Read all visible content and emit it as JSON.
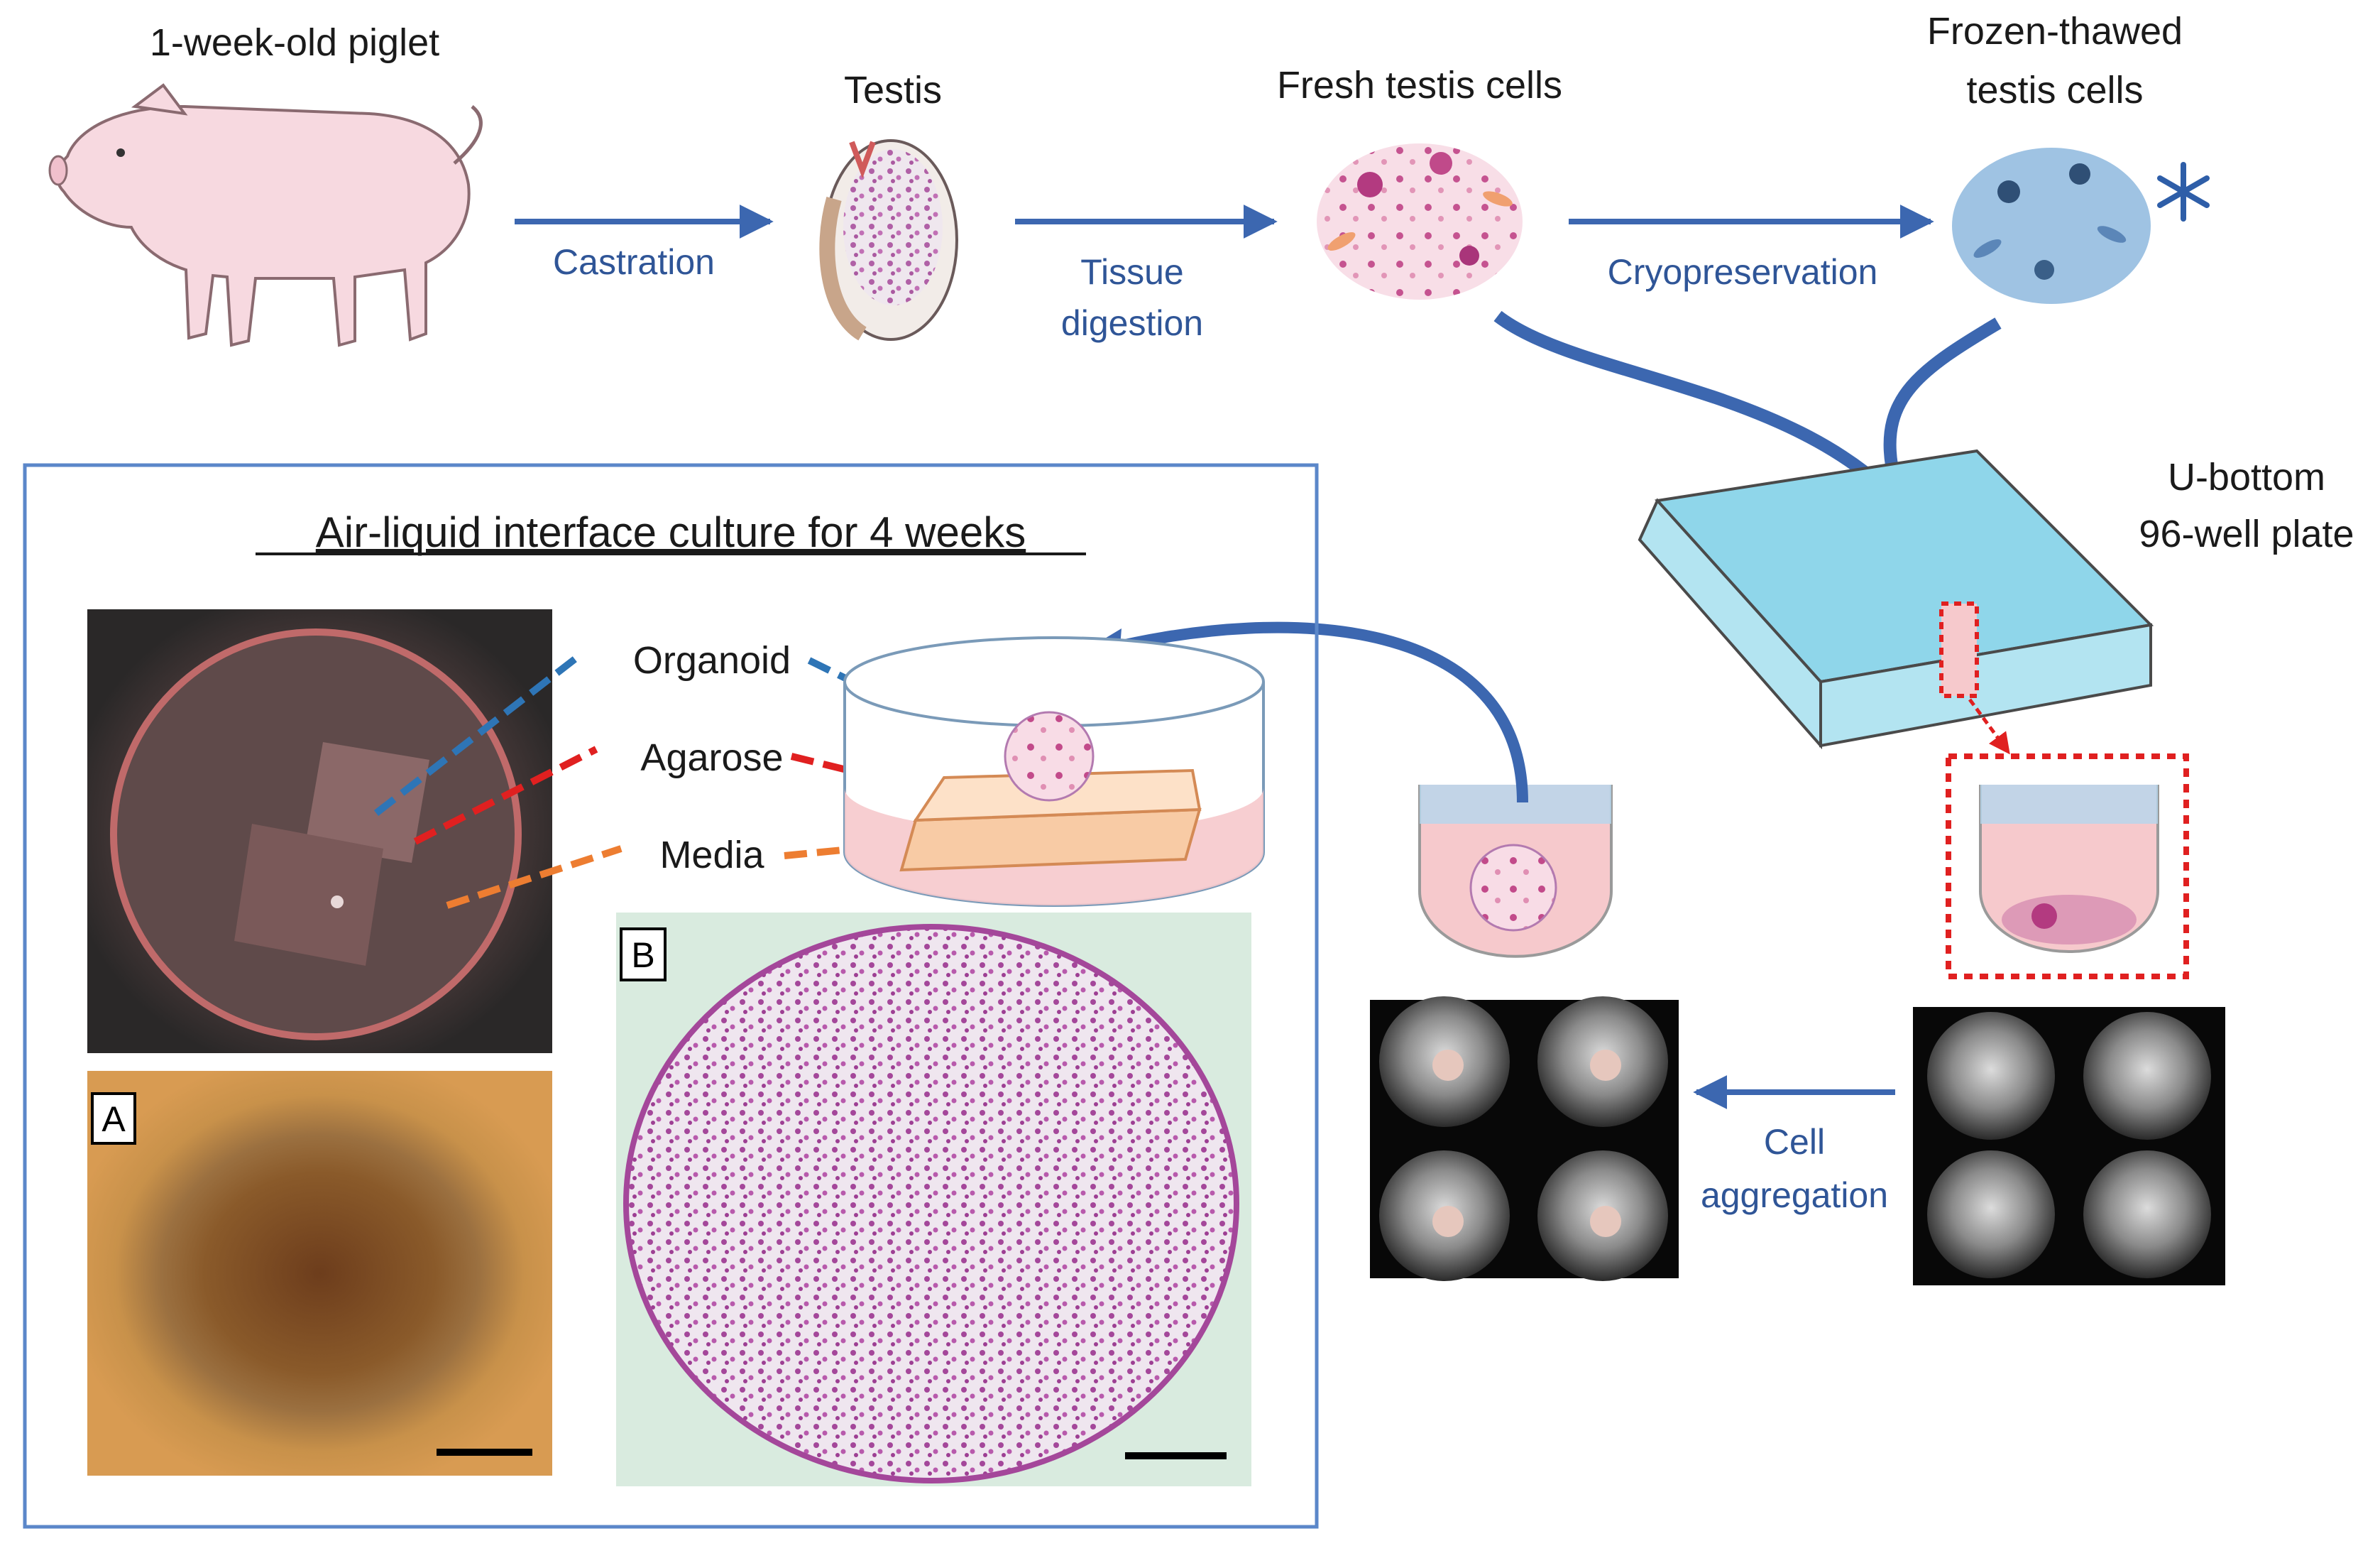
{
  "labels": {
    "piglet": "1-week-old piglet",
    "testis": "Testis",
    "fresh_cells": "Fresh testis cells",
    "frozen_cells_line1": "Frozen-thawed",
    "frozen_cells_line2": "testis cells",
    "plate_line1": "U-bottom",
    "plate_line2": "96-well plate"
  },
  "steps": {
    "castration": "Castration",
    "tissue_digestion_line1": "Tissue",
    "tissue_digestion_line2": "digestion",
    "cryopreservation": "Cryopreservation",
    "cell_aggregation_line1": "Cell",
    "cell_aggregation_line2": "aggregation"
  },
  "culture_box": {
    "title": "Air-liquid interface culture for 4 weeks",
    "organoid": "Organoid",
    "agarose": "Agarose",
    "media": "Media",
    "panel_a": "A",
    "panel_b": "B"
  },
  "colors": {
    "arrow": "#3c67b0",
    "frame": "#5b87c9",
    "organoid_line": "#2e75b6",
    "agarose_line": "#e02020",
    "media_line": "#ed7d31",
    "media_fill": "#f6c9cc",
    "agarose_fill": "#f8cba5",
    "plate_blue": "#8fd6ea",
    "highlight": "#e02020"
  },
  "icons": [
    "piglet-icon",
    "testis-icon",
    "fresh-cells-icon",
    "frozen-cells-icon",
    "snowflake-icon",
    "well-plate-icon",
    "culture-dish-icon",
    "well-icon",
    "micrograph-icon"
  ]
}
